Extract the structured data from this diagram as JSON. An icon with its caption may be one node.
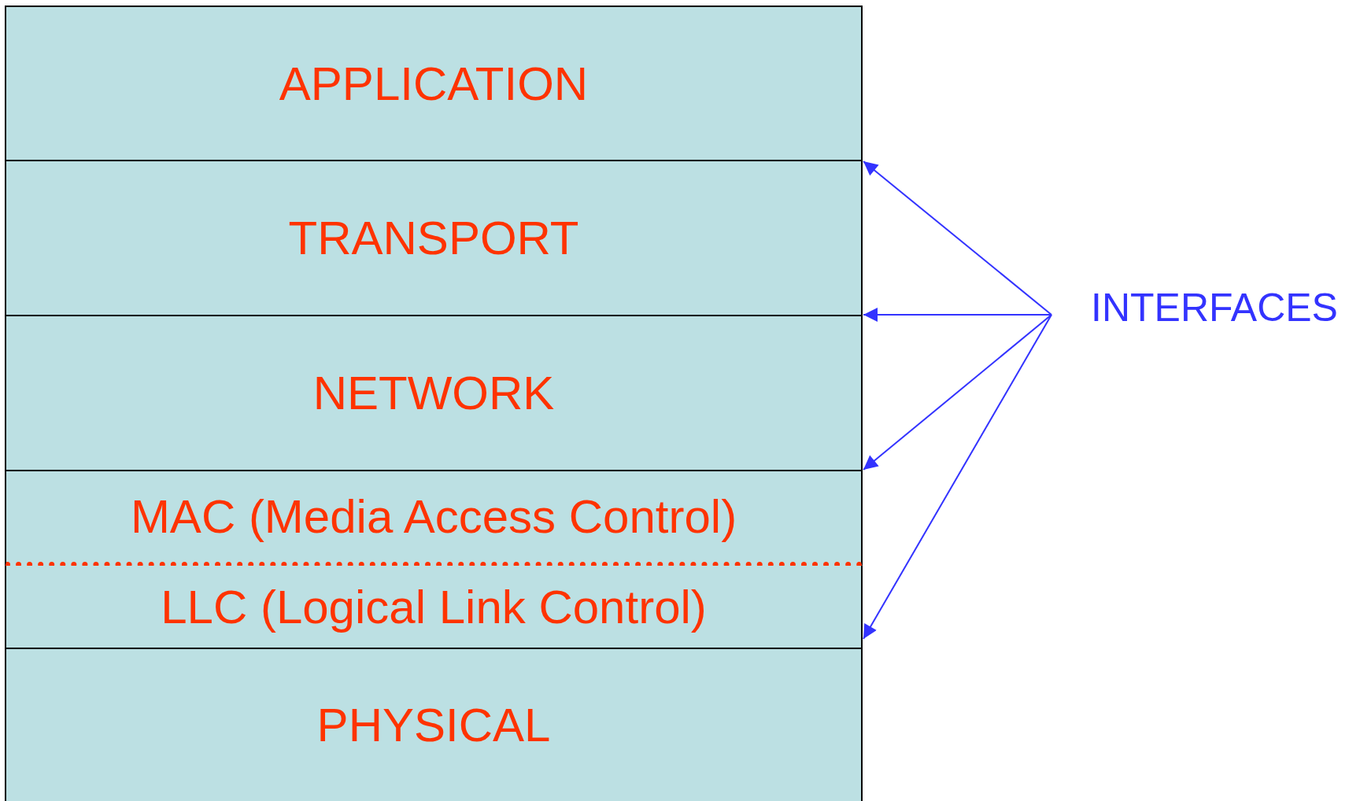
{
  "diagram": {
    "nodes": [
      {
        "text": [
          "APPLICATION"
        ]
      },
      {
        "text": [
          "TRANSPORT"
        ]
      },
      {
        "text": [
          "NETWORK"
        ]
      },
      {
        "text": [
          "MAC (Media Access Control)"
        ]
      },
      {
        "text": [
          "LLC (Logical Link Control)"
        ]
      },
      {
        "text": [
          "PHYSICAL"
        ]
      },
      {
        "text": [
          "INTERFACES"
        ]
      }
    ],
    "edges": [
      {
        "from": 6,
        "to": 0,
        "arrow": "to"
      },
      {
        "from": 6,
        "to": 1,
        "arrow": "to"
      },
      {
        "from": 6,
        "to": 3,
        "arrow": "to"
      },
      {
        "from": 6,
        "to": 4,
        "arrow": "to"
      }
    ]
  }
}
